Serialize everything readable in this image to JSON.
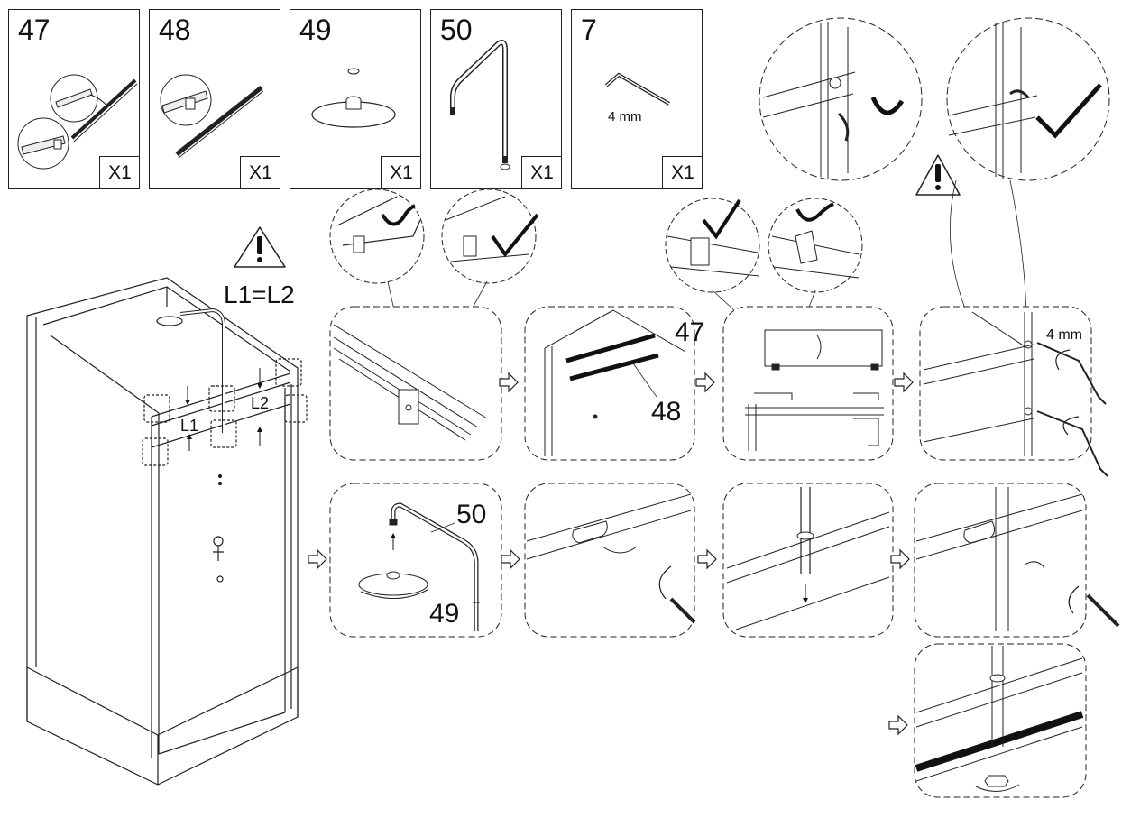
{
  "parts": [
    {
      "number": "47",
      "quantity": "X1",
      "icon": "seal-strip-clip-icon"
    },
    {
      "number": "48",
      "quantity": "X1",
      "icon": "seal-strip-icon"
    },
    {
      "number": "49",
      "quantity": "X1",
      "icon": "shower-head-icon"
    },
    {
      "number": "50",
      "quantity": "X1",
      "icon": "shower-arm-pipe-icon"
    },
    {
      "number": "7",
      "quantity": "X1",
      "icon": "hex-key-icon",
      "note": "4 mm"
    }
  ],
  "overview": {
    "warning_icon": "warning-triangle-icon",
    "equation": "L1=L2",
    "l1": "L1",
    "l2": "L2"
  },
  "steps": {
    "seal_step": {
      "label_47": "47",
      "label_48": "48"
    },
    "clip_step_tool": "4 mm",
    "head_step": {
      "label_50": "50",
      "label_49": "49"
    }
  },
  "colors": {
    "line": "#222222",
    "accent": "#111111"
  }
}
